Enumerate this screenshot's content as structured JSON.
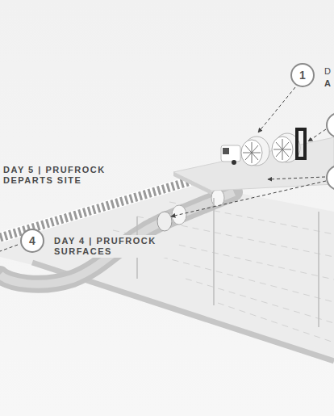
{
  "diagram": {
    "nodes": [
      {
        "text": [
          "1"
        ]
      },
      {
        "text": [
          "4"
        ]
      }
    ],
    "labels": [
      "D",
      "A",
      "DAY 5 | PRUFROCK DEPARTS SITE",
      "DAY 4 | PRUFROCK SURFACES"
    ]
  }
}
